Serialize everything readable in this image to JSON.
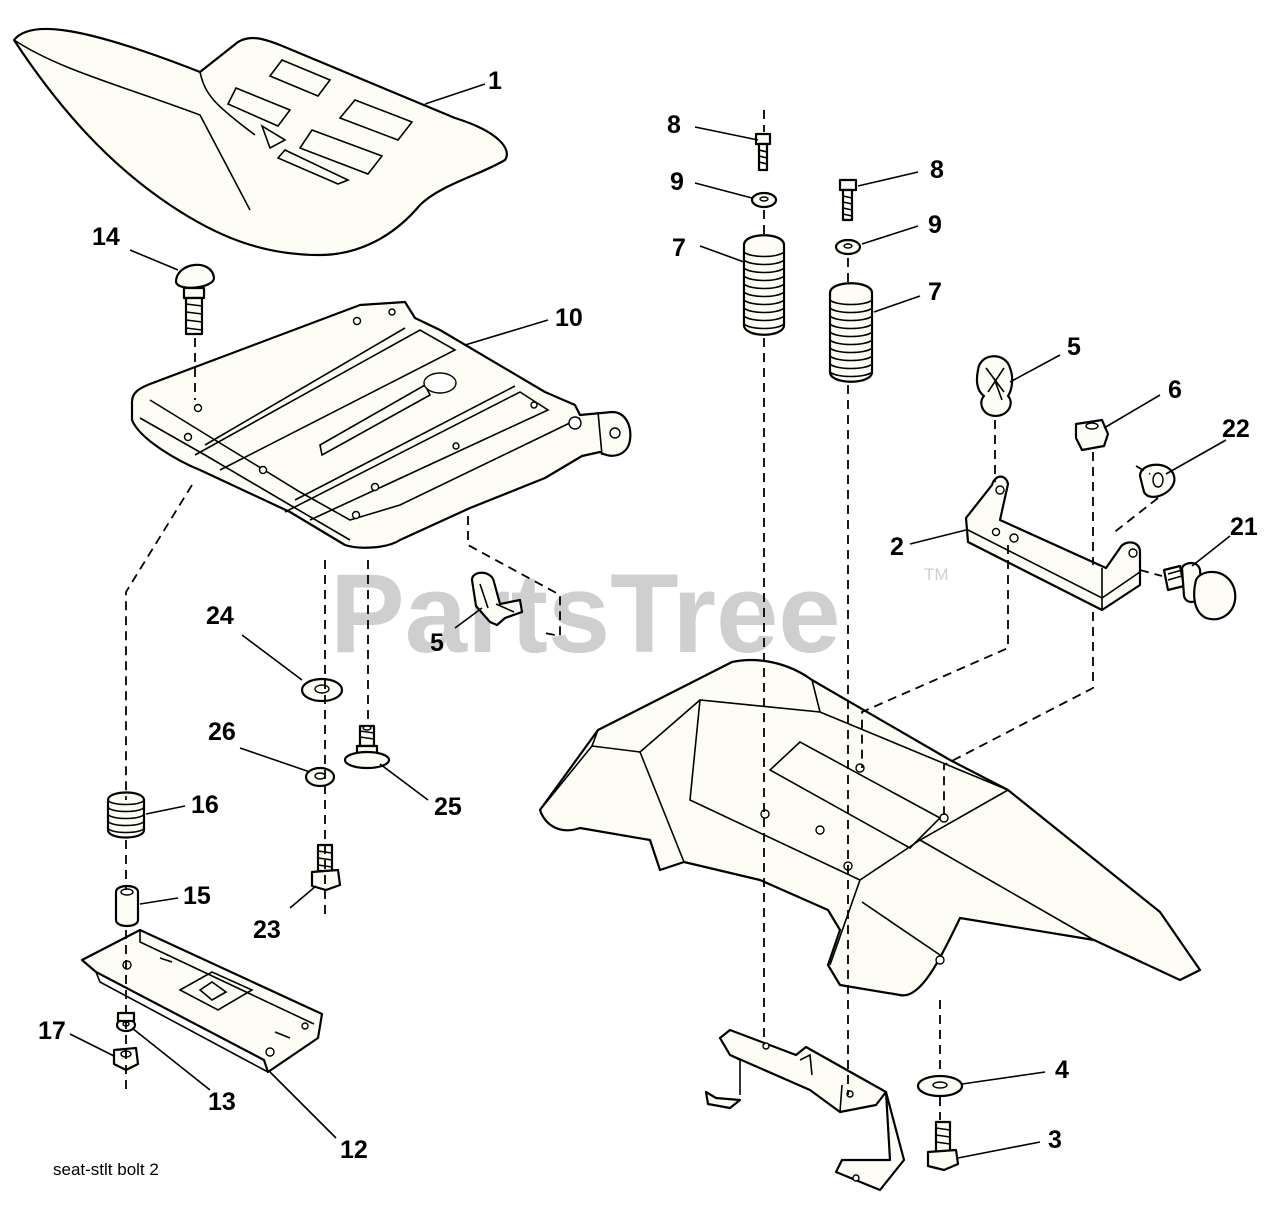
{
  "watermark": {
    "text": "PartsTree",
    "tm": "TM"
  },
  "caption": "seat-stlt  bolt  2",
  "callouts": {
    "c1": "1",
    "c14": "14",
    "c10": "10",
    "c24": "24",
    "c5a": "5",
    "c26": "26",
    "c25": "25",
    "c16": "16",
    "c15": "15",
    "c23": "23",
    "c17": "17",
    "c13": "13",
    "c12": "12",
    "c8a": "8",
    "c9a": "9",
    "c7a": "7",
    "c8b": "8",
    "c9b": "9",
    "c7b": "7",
    "c5b": "5",
    "c6": "6",
    "c22": "22",
    "c2": "2",
    "c21": "21",
    "c4": "4",
    "c3": "3"
  }
}
